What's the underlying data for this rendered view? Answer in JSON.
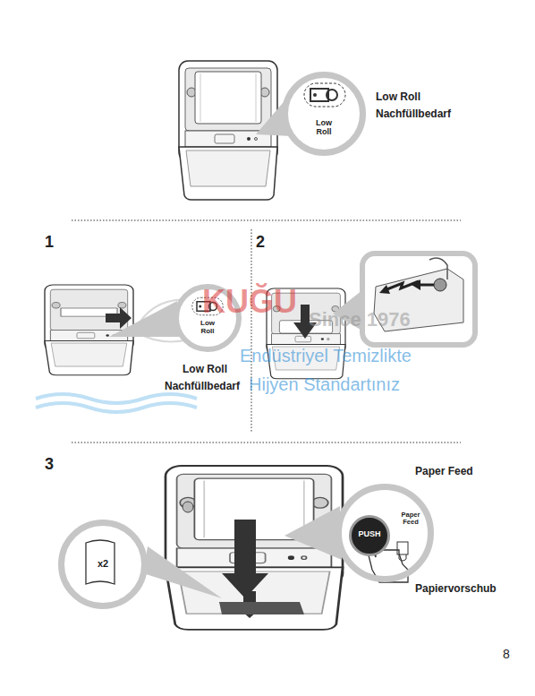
{
  "diagram": {
    "nodes": [
      {
        "text": [
          "Low Roll"
        ]
      },
      {
        "text": [
          "Low Roll"
        ]
      },
      {
        "text": [
          "Paper Feed"
        ]
      },
      {
        "text": [
          "PUSH"
        ],
        "in": 2
      },
      {
        "text": [
          "x2"
        ]
      }
    ],
    "labels": [
      "Low Roll",
      "Nachfüllbedarf",
      "1",
      "Low Roll",
      "Nachfüllbedarf",
      "2",
      "3",
      "Paper Feed",
      "Papiervorschub",
      "8",
      "KUĞU",
      "Since 1976",
      "Endüstriyel Temizlikte",
      "Hijyen Standartınız"
    ]
  }
}
